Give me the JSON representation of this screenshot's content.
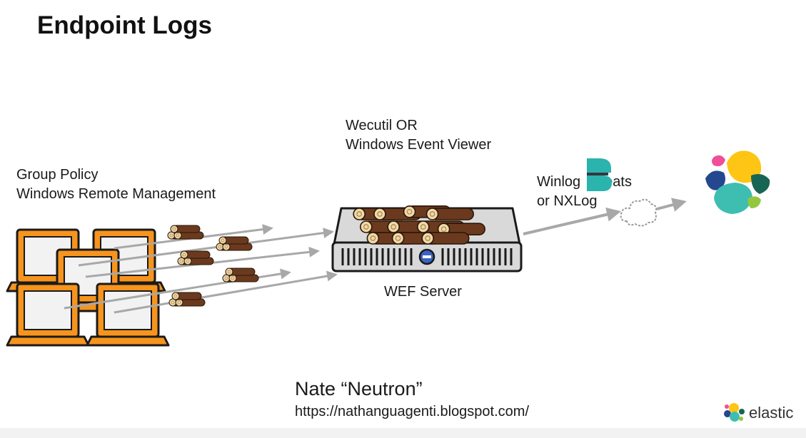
{
  "slide": {
    "title": "Endpoint Logs"
  },
  "labels": {
    "source": [
      "Group Policy",
      "Windows Remote Management"
    ],
    "collector": [
      "Wecutil OR",
      "Windows Event Viewer"
    ],
    "forwarder_line1": "Winlog",
    "forwarder_line1_suffix": "eats",
    "forwarder_line2": "or NXLog",
    "server": "WEF Server"
  },
  "credit": {
    "name": "Nate “Neutron”",
    "url": "https://nathanguagenti.blogspot.com/"
  },
  "brand": {
    "name": "elastic"
  },
  "colors": {
    "laptop": "#f7941d",
    "laptop_outline": "#1a1a1a",
    "screen": "#f2f2f2",
    "log": "#6b3a1e",
    "log_end": "#f0d9a8",
    "arrow": "#a8a8a8",
    "server_body": "#d9d9d9",
    "beats_teal": "#2bb3ad",
    "beats_dark": "#343741",
    "elastic_yellow": "#fec514",
    "elastic_pink": "#f04e98",
    "elastic_navy": "#24478f",
    "elastic_teal": "#3ebeb0",
    "elastic_green": "#93c83e",
    "elastic_darkgreen": "#176655"
  },
  "icons": [
    "laptop-icon",
    "log-bundle-icon",
    "server-icon",
    "beats-logo-icon",
    "cloud-icon",
    "elastic-logo-icon"
  ]
}
